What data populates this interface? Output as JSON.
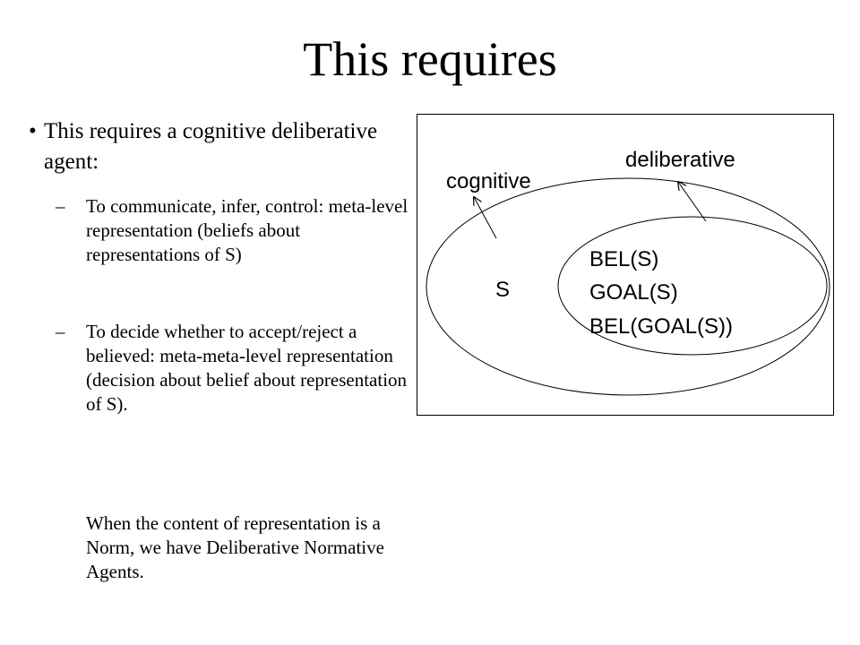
{
  "title": "This requires",
  "main_bullet": {
    "marker": "•",
    "text": "This requires a cognitive deliberative agent:"
  },
  "sub_bullets": [
    {
      "marker": "–",
      "text": "To communicate, infer, control: meta-level representation (beliefs about representations of S)"
    },
    {
      "marker": "–",
      "text": "To decide whether to accept/reject a believed: meta-meta-level representation (decision about belief about representation of S)."
    }
  ],
  "note": "When the content of representation is a Norm, we have Deliberative Normative Agents.",
  "diagram": {
    "outer_label": "cognitive",
    "inner_label": "deliberative",
    "outer_content": "S",
    "inner_content": [
      "BEL(S)",
      "GOAL(S)",
      "BEL(GOAL(S))"
    ]
  }
}
